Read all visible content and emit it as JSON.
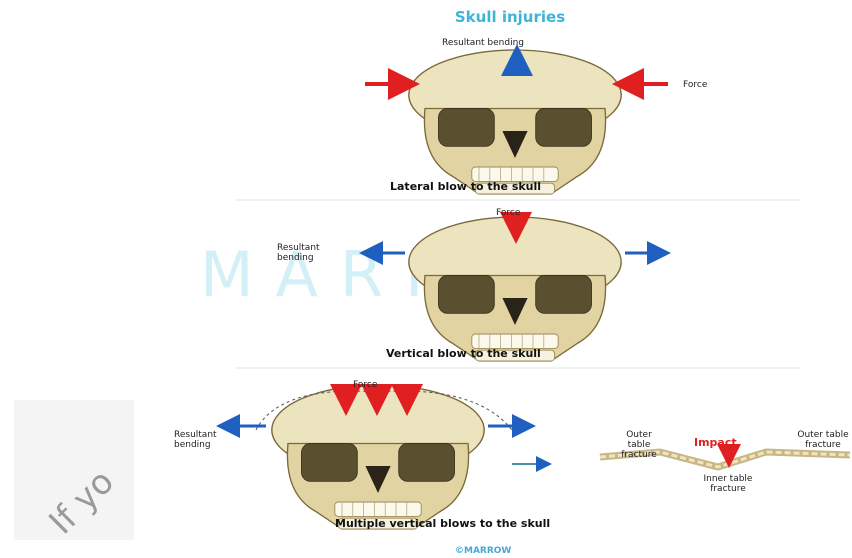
{
  "title": "Skull injuries",
  "panel1": {
    "label_top": "Resultant bending",
    "label_force": "Force",
    "caption": "Lateral blow to the skull"
  },
  "panel2": {
    "label_force": "Force",
    "label_bending": "Resultant bending",
    "caption": "Vertical blow to the skull"
  },
  "panel3": {
    "label_force": "Force",
    "label_bending": "Resultant bending",
    "caption": "Multiple vertical blows to the skull",
    "detail": {
      "outer_left": "Outer table fracture",
      "impact": "Impact",
      "outer_right": "Outer table fracture",
      "inner": "Inner table fracture"
    }
  },
  "watermark": "MARROW",
  "stamp_text": "If yo",
  "footer": "©MARROW",
  "colors": {
    "force_arrow": "#e02020",
    "bending_arrow": "#1f5fbf",
    "title": "#3fb4d6",
    "bone": "#e8dcb0"
  }
}
